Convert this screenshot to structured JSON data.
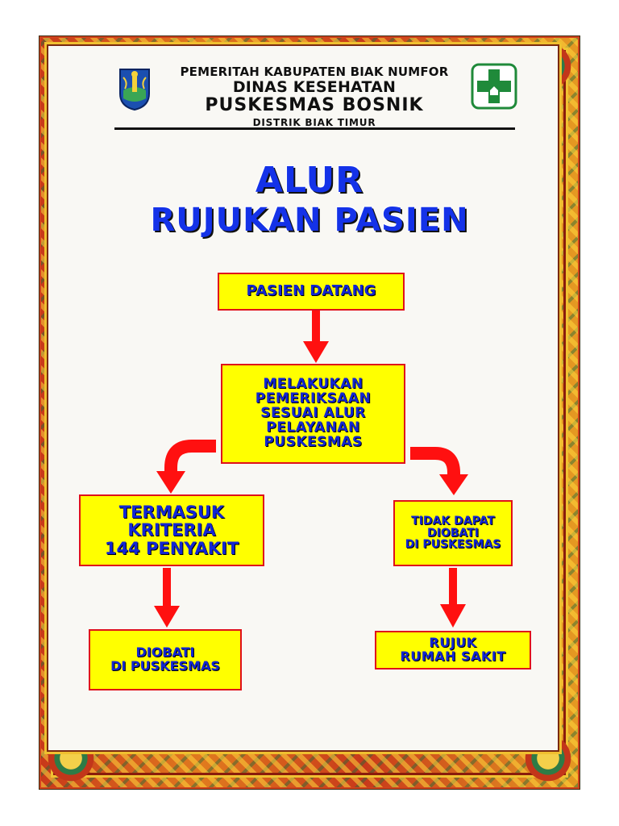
{
  "header": {
    "line1": "PEMERITAH KABUPATEN BIAK NUMFOR",
    "line2": "DINAS KESEHATAN",
    "line3": "PUSKESMAS BOSNIK",
    "line4": "DISTRIK BIAK TIMUR"
  },
  "title": {
    "line1": "ALUR",
    "line2": "RUJUKAN PASIEN"
  },
  "flow": {
    "start": "PASIEN DATANG",
    "exam": "MELAKUKAN\nPEMERIKSAAN\nSESUAI ALUR\nPELAYANAN\nPUSKESMAS",
    "criteria": "TERMASUK\nKRITERIA\n144 PENYAKIT",
    "not_treatable": "TIDAK DAPAT\nDIOBATI\nDI PUSKESMAS",
    "treated": "DIOBATI\nDI PUSKESMAS",
    "refer": "RUJUK\nRUMAH SAKIT"
  },
  "colors": {
    "box_fill": "#ffff00",
    "box_border": "#e0101a",
    "box_text": "#1226d4",
    "title_text": "#1432e8",
    "arrow": "#ff0000"
  },
  "icons": {
    "left_logo": "regency-emblem-icon",
    "right_logo": "health-cross-icon"
  }
}
